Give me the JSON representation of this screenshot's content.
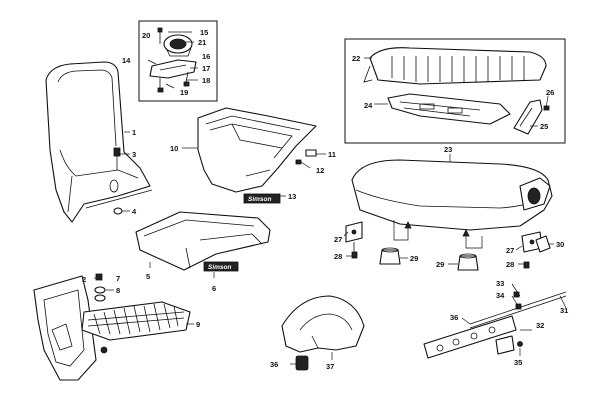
{
  "labels": {
    "l1": "1",
    "l2": "2",
    "l3": "3",
    "l4": "4",
    "l5": "5",
    "l6": "6",
    "l7": "7",
    "l8": "8",
    "l9": "9",
    "l10": "10",
    "l11": "11",
    "l12": "12",
    "l13": "13",
    "l14": "14",
    "l15": "15",
    "l16": "16",
    "l17": "17",
    "l18": "18",
    "l19": "19",
    "l20": "20",
    "l21": "21",
    "l22": "22",
    "l23": "23",
    "l24": "24",
    "l25": "25",
    "l26": "26",
    "l27a": "27",
    "l27b": "27",
    "l28a": "28",
    "l28b": "28",
    "l29a": "29",
    "l29b": "29",
    "l30": "30",
    "l31": "31",
    "l32": "32",
    "l33": "33",
    "l34": "34",
    "l35": "35",
    "l36a": "36",
    "l36b": "36",
    "l37": "37"
  },
  "stamps": {
    "s1": "Simson",
    "s2": "Simson"
  },
  "colors": {
    "ink": "#111111",
    "paper": "#ffffff"
  }
}
